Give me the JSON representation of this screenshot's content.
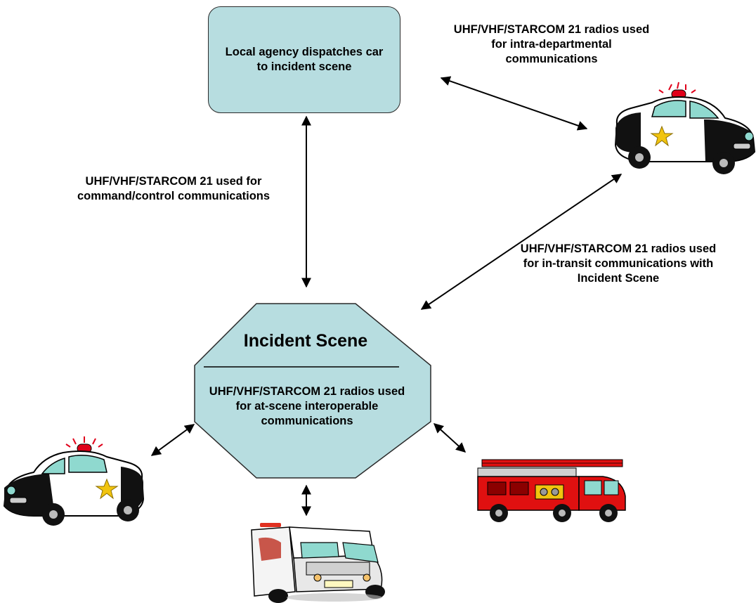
{
  "dispatch_box": {
    "text": "Local agency dispatches car to incident scene"
  },
  "labels": {
    "intra_departmental": "UHF/VHF/STARCOM 21 radios used for intra-departmental communications",
    "command_control": "UHF/VHF/STARCOM 21 used for command/control communications",
    "in_transit": "UHF/VHF/STARCOM 21 radios used for in-transit communications with Incident Scene"
  },
  "incident_scene": {
    "title": "Incident Scene",
    "subtitle": "UHF/VHF/STARCOM 21 radios used for at-scene interoperable communications"
  },
  "vehicles": {
    "police_car_top_right": "police-car-icon",
    "police_car_bottom_left": "police-car-icon",
    "ambulance": "ambulance-icon",
    "fire_truck": "fire-truck-icon"
  },
  "colors": {
    "box_fill": "#b7dde0",
    "police_red": "#e0001a",
    "fire_red": "#e01010"
  }
}
